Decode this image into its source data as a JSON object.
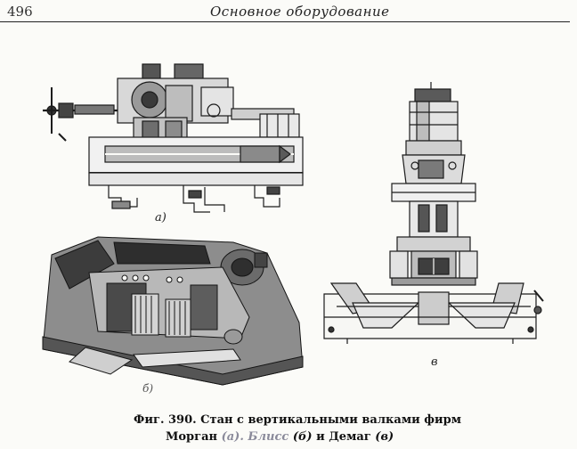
{
  "header": {
    "page_number": "496",
    "running_title": "Основное оборудование"
  },
  "figure": {
    "panel_a_label": "а)",
    "panel_b_label": "б)",
    "panel_c_label": "в"
  },
  "caption": {
    "line1": "Фиг. 390. Стан с вертикальными валками фирм",
    "line2_prefix": "Морган",
    "line2_a": "(а).",
    "line2_mid": "Блисс",
    "line2_b": "(б)",
    "line2_and": "и",
    "line2_c_name": "Демаг",
    "line2_c": "(в)"
  },
  "colors": {
    "paper": "#fbfbf8",
    "ink": "#1a1a1a"
  }
}
